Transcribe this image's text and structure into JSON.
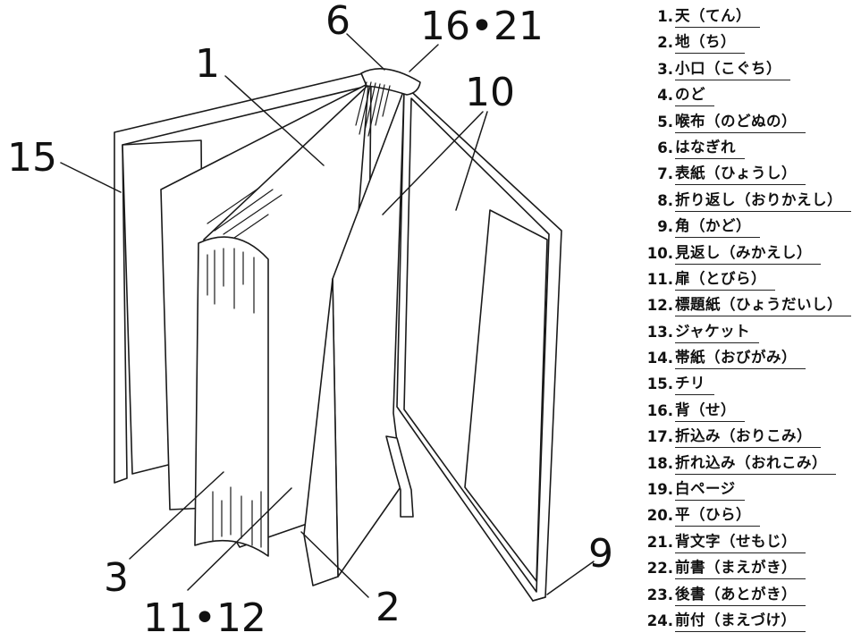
{
  "diagram": {
    "callouts": {
      "c1": "1",
      "c2": "2",
      "c3": "3",
      "c6": "6",
      "c9": "9",
      "c10": "10",
      "c15": "15",
      "c16_21": "16•21",
      "c11_12": "11•12"
    }
  },
  "legend": [
    {
      "num": "1.",
      "term": "天（てん）"
    },
    {
      "num": "2.",
      "term": "地（ち）"
    },
    {
      "num": "3.",
      "term": "小口（こぐち）"
    },
    {
      "num": "4.",
      "term": "のど"
    },
    {
      "num": "5.",
      "term": "喉布（のどぬの）"
    },
    {
      "num": "6.",
      "term": "はなぎれ"
    },
    {
      "num": "7.",
      "term": "表紙（ひょうし）"
    },
    {
      "num": "8.",
      "term": "折り返し（おりかえし）"
    },
    {
      "num": "9.",
      "term": "角（かど）"
    },
    {
      "num": "10.",
      "term": "見返し（みかえし）"
    },
    {
      "num": "11.",
      "term": "扉（とびら）"
    },
    {
      "num": "12.",
      "term": "標題紙（ひょうだいし）"
    },
    {
      "num": "13.",
      "term": "ジャケット"
    },
    {
      "num": "14.",
      "term": "帯紙（おびがみ）"
    },
    {
      "num": "15.",
      "term": "チリ"
    },
    {
      "num": "16.",
      "term": "背（せ）"
    },
    {
      "num": "17.",
      "term": "折込み（おりこみ）"
    },
    {
      "num": "18.",
      "term": "折れ込み（おれこみ）"
    },
    {
      "num": "19.",
      "term": "白ページ"
    },
    {
      "num": "20.",
      "term": "平（ひら）"
    },
    {
      "num": "21.",
      "term": "背文字（せもじ）"
    },
    {
      "num": "22.",
      "term": "前書（まえがき）"
    },
    {
      "num": "23.",
      "term": "後書（あとがき）"
    },
    {
      "num": "24.",
      "term": "前付（まえづけ）"
    }
  ]
}
